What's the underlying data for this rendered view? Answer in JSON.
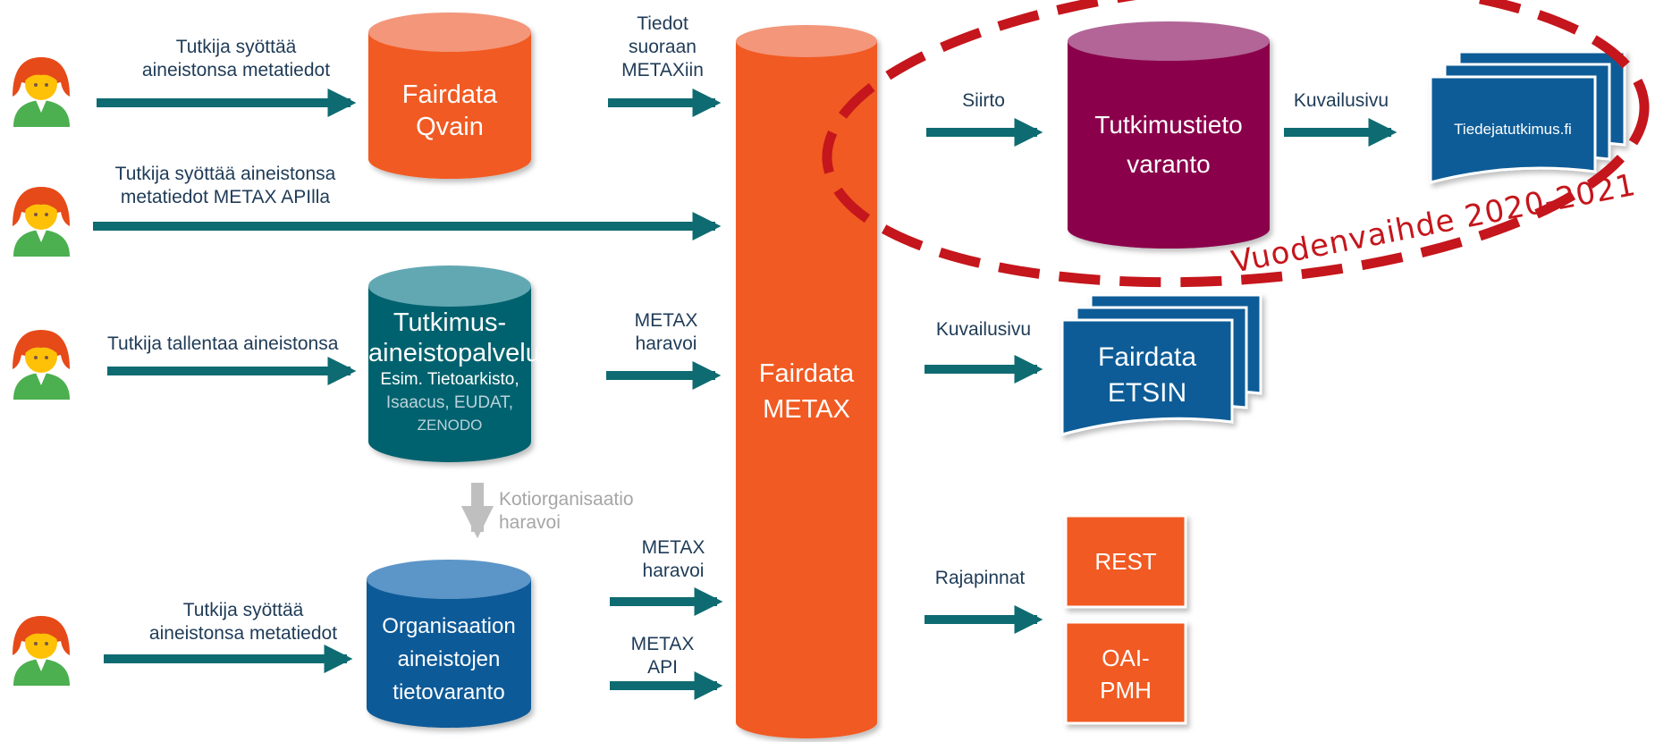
{
  "colors": {
    "arrow": "#0f6b72",
    "cylinder_orange": "#f15a22",
    "cylinder_orange_top": "#f3967a",
    "cylinder_teal": "#00626e",
    "cylinder_teal_top": "#62a8b3",
    "cylinder_blue": "#0a5a98",
    "cylinder_blue_top": "#5c95c8",
    "cylinder_purple": "#8a004c",
    "cylinder_purple_top": "#b26596",
    "doc_blue": "#0f5c97",
    "box_orange": "#f15a22",
    "ellipse_red": "#c4161c",
    "gray_arrow": "#bfbfbf",
    "label_text": "#1f3b57"
  },
  "users": [
    {
      "icon": "person-icon"
    },
    {
      "icon": "person-icon"
    },
    {
      "icon": "person-icon"
    },
    {
      "icon": "person-icon"
    }
  ],
  "labels": {
    "user1": [
      "Tutkija syöttää",
      "aineistonsa metatiedot"
    ],
    "user2": [
      "Tutkija syöttää aineistonsa",
      "metatiedot METAX APIlla"
    ],
    "user3": "Tutkija tallentaa aineistonsa",
    "user4": [
      "Tutkija syöttää",
      "aineistonsa metatiedot"
    ],
    "qvain_to_metax": [
      "Tiedot",
      "suoraan",
      "METAXiin"
    ],
    "repo_to_metax": [
      "METAX",
      "haravoi"
    ],
    "org_harvest": [
      "METAX",
      "haravoi"
    ],
    "org_api": [
      "METAX",
      "API"
    ],
    "home_org": [
      "Kotiorganisaatio",
      "haravoi"
    ],
    "siirto": "Siirto",
    "kuvailusivu_top": "Kuvailusivu",
    "kuvailusivu_mid": "Kuvailusivu",
    "rajapinnat": "Rajapinnat"
  },
  "nodes": {
    "qvain": [
      "Fairdata",
      "Qvain"
    ],
    "repository": {
      "title": [
        "Tutkimus-",
        "aineistopalvelu"
      ],
      "examples_line1": "Esim. Tietoarkisto,",
      "examples_line2": "Isaacus, EUDAT,",
      "examples_line3": "ZENODO"
    },
    "org_repository": [
      "Organisaation",
      "aineistojen",
      "tietovaranto"
    ],
    "metax": [
      "Fairdata",
      "METAX"
    ],
    "research_repository": [
      "Tutkimustieto",
      "varanto"
    ],
    "tiedejatutkimus": "Tiedejatutkimus.fi",
    "etsin": [
      "Fairdata",
      "ETSIN"
    ],
    "rest": "REST",
    "oai": [
      "OAI-",
      "PMH"
    ]
  },
  "annotation": "Vuodenvaihde 2020-2021"
}
